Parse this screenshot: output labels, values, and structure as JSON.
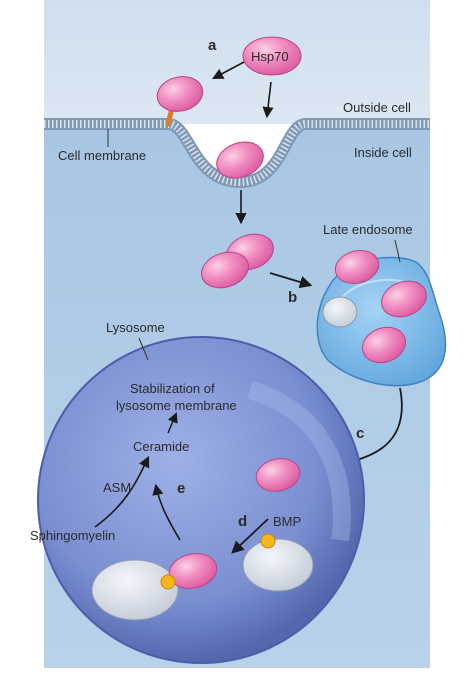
{
  "labels": {
    "hsp70": "Hsp70",
    "outside_cell": "Outside cell",
    "inside_cell": "Inside cell",
    "cell_membrane": "Cell membrane",
    "late_endosome": "Late endosome",
    "lysosome": "Lysosome",
    "stabilization_line1": "Stabilization of",
    "stabilization_line2": "lysosome membrane",
    "ceramide": "Ceramide",
    "asm": "ASM",
    "sphingomyelin": "Sphingomyelin",
    "bmp": "BMP"
  },
  "steps": {
    "a": "a",
    "b": "b",
    "c": "c",
    "d": "d",
    "e": "e"
  },
  "colors": {
    "outside": "#d6e4f2",
    "inside": "#a9c7e3",
    "membrane": "#8fa9c4",
    "hsp70": "#f07ab8",
    "lysosome": "#6f86c9",
    "endosome": "#7cb8e8",
    "receptor": "#e07a2a",
    "bmp": "#f5b51c"
  }
}
